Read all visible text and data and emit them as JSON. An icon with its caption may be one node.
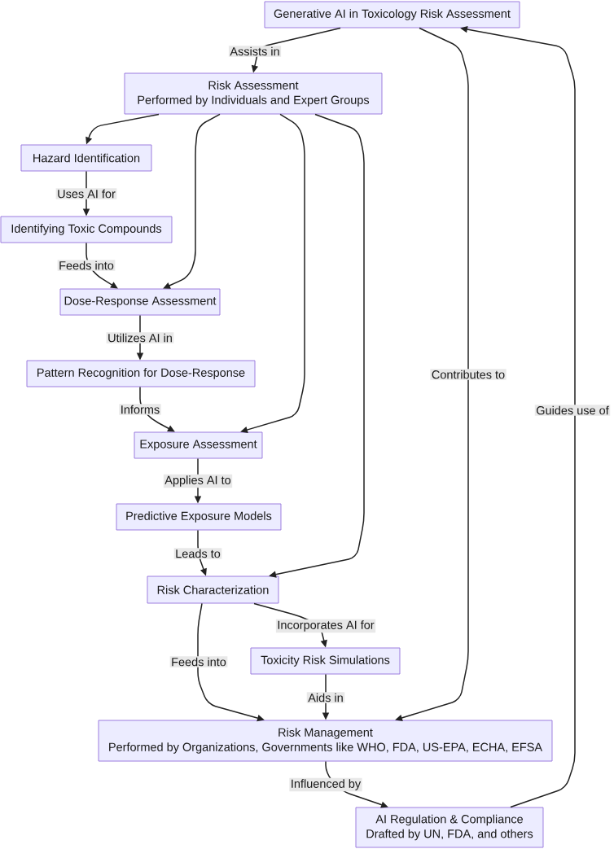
{
  "diagram": {
    "nodes": [
      {
        "text": [
          "Generative AI in Toxicology Risk Assessment"
        ]
      },
      {
        "text": [
          "Risk Assessment",
          "Performed by Individuals and Expert Groups"
        ]
      },
      {
        "text": [
          "Hazard Identification"
        ]
      },
      {
        "text": [
          "Identifying Toxic Compounds"
        ]
      },
      {
        "text": [
          "Dose-Response Assessment"
        ]
      },
      {
        "text": [
          "Pattern Recognition for Dose-Response"
        ]
      },
      {
        "text": [
          "Exposure Assessment"
        ]
      },
      {
        "text": [
          "Predictive Exposure Models"
        ]
      },
      {
        "text": [
          "Risk Characterization"
        ]
      },
      {
        "text": [
          "Toxicity Risk Simulations"
        ]
      },
      {
        "text": [
          "Risk Management",
          "Performed by Organizations, Governments like WHO, FDA, US-EPA, ECHA, EFSA"
        ]
      },
      {
        "text": [
          "AI Regulation & Compliance",
          "Drafted by UN, FDA, and others"
        ]
      }
    ],
    "edges": [
      {
        "from": 0,
        "to": 1,
        "arrow": "to",
        "label": "Assists in"
      },
      {
        "from": 1,
        "to": 2,
        "arrow": "to"
      },
      {
        "from": 2,
        "to": 3,
        "arrow": "to",
        "label": "Uses AI for"
      },
      {
        "from": 3,
        "to": 4,
        "arrow": "to",
        "label": "Feeds into"
      },
      {
        "from": 1,
        "to": 4,
        "arrow": "to"
      },
      {
        "from": 4,
        "to": 5,
        "arrow": "to",
        "label": "Utilizes AI in"
      },
      {
        "from": 5,
        "to": 6,
        "arrow": "to",
        "label": "Informs"
      },
      {
        "from": 1,
        "to": 6,
        "arrow": "to"
      },
      {
        "from": 6,
        "to": 7,
        "arrow": "to",
        "label": "Applies AI to"
      },
      {
        "from": 7,
        "to": 8,
        "arrow": "to",
        "label": "Leads to"
      },
      {
        "from": 1,
        "to": 8,
        "arrow": "to"
      },
      {
        "from": 8,
        "to": 9,
        "arrow": "to",
        "label": "Incorporates AI for"
      },
      {
        "from": 9,
        "to": 10,
        "arrow": "to",
        "label": "Aids in"
      },
      {
        "from": 8,
        "to": 10,
        "arrow": "to",
        "label": "Feeds into"
      },
      {
        "from": 0,
        "to": 10,
        "arrow": "to",
        "label": "Contributes to"
      },
      {
        "from": 10,
        "to": 11,
        "arrow": "to",
        "label": "Influenced by"
      },
      {
        "from": 11,
        "to": 0,
        "arrow": "to",
        "label": "Guides use of"
      }
    ]
  }
}
